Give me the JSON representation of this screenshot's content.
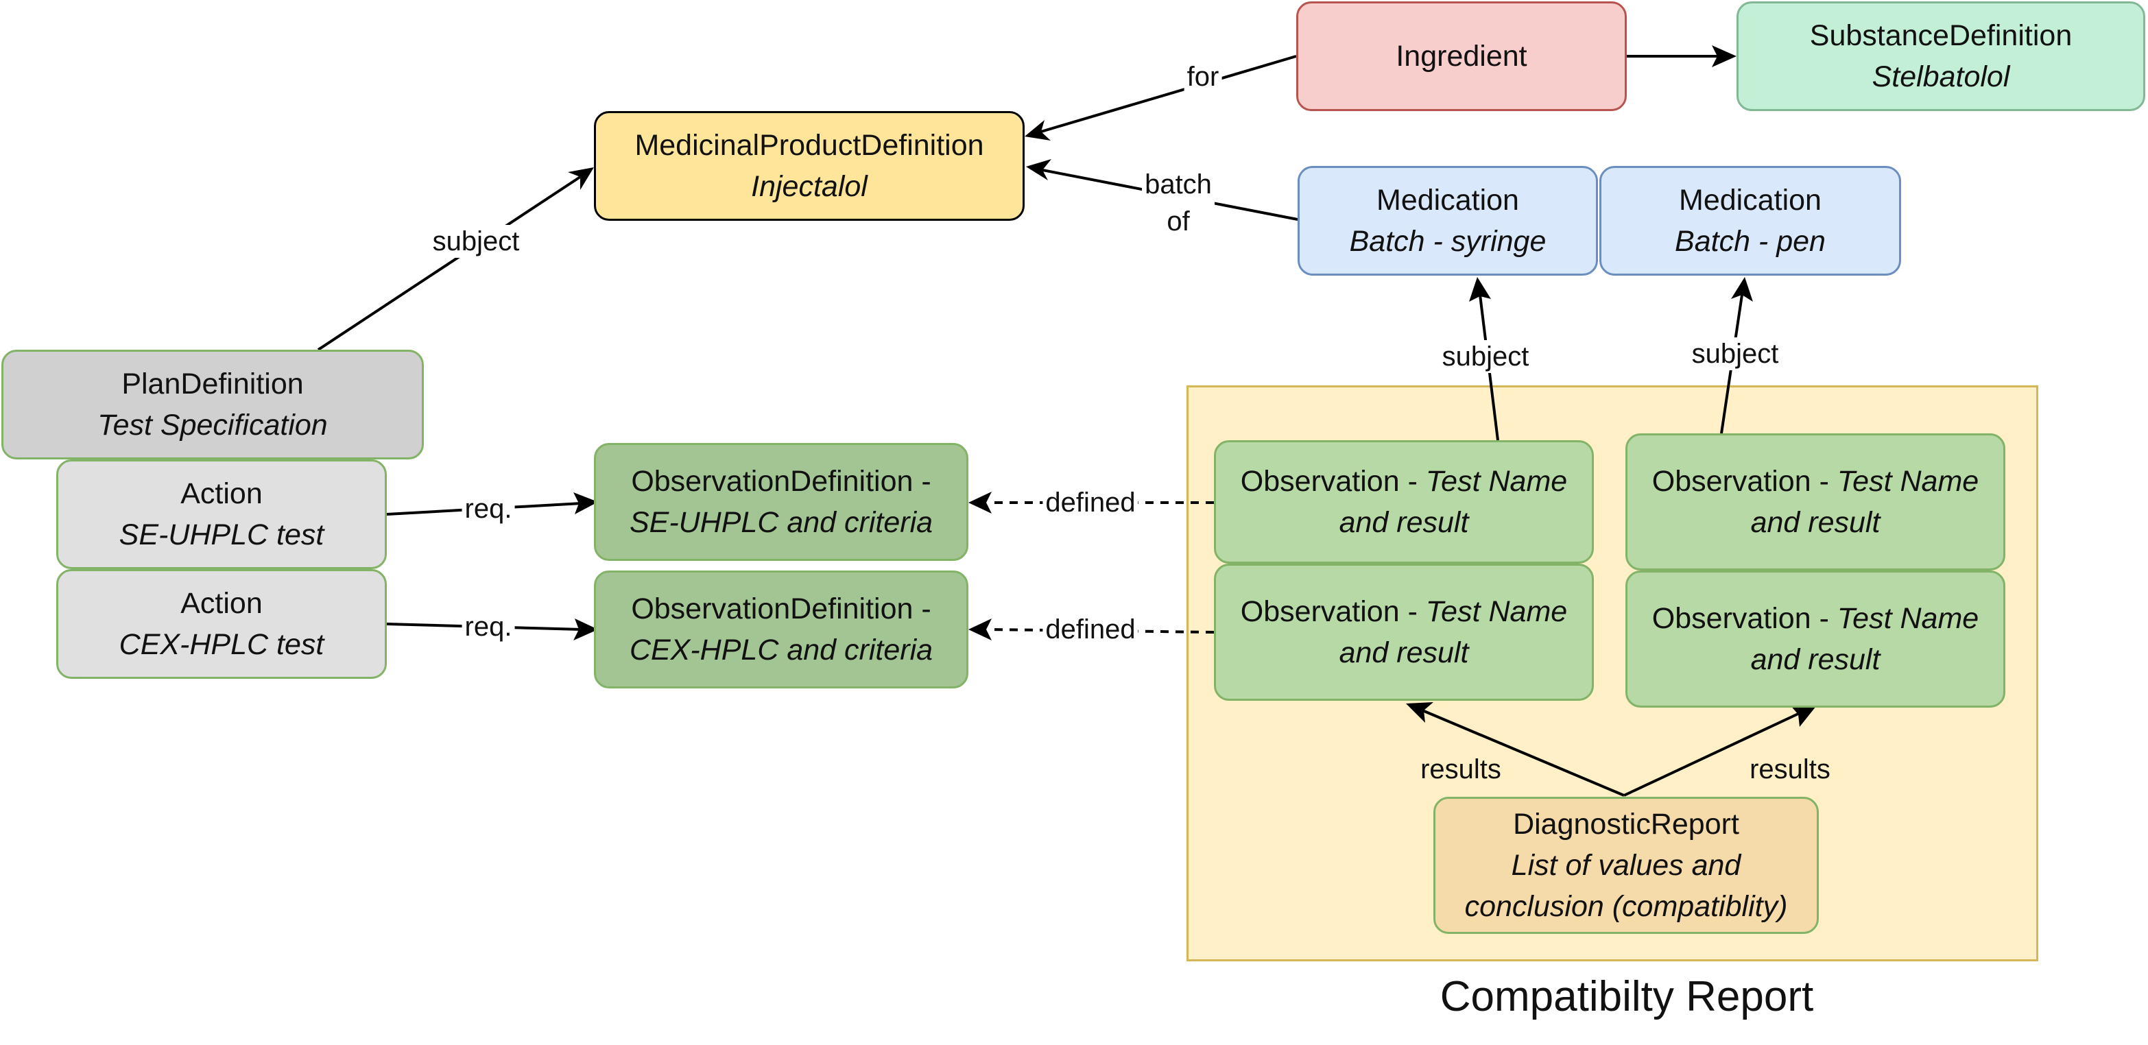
{
  "nodes": {
    "ingredient": {
      "title": "Ingredient"
    },
    "substance_definition": {
      "title": "SubstanceDefinition",
      "subtitle": "Stelbatolol"
    },
    "medicinal_product_definition": {
      "title": "MedicinalProductDefinition",
      "subtitle": "Injectalol"
    },
    "medication_syringe": {
      "title": "Medication",
      "subtitle": "Batch - syringe"
    },
    "medication_pen": {
      "title": "Medication",
      "subtitle": "Batch - pen"
    },
    "plan_definition": {
      "title": "PlanDefinition",
      "subtitle": "Test Specification"
    },
    "action_se_uhplc": {
      "title": "Action",
      "subtitle": "SE-UHPLC test"
    },
    "action_cex_hplc": {
      "title": "Action",
      "subtitle": "CEX-HPLC test"
    },
    "observation_definition_se_uhplc": {
      "title": "ObservationDefinition -",
      "subtitle": "SE-UHPLC and criteria"
    },
    "observation_definition_cex_hplc": {
      "title": "ObservationDefinition -",
      "subtitle": "CEX-HPLC and criteria"
    },
    "observation_1": {
      "prefix": "Observation - ",
      "italic": "Test Name and result"
    },
    "observation_2": {
      "prefix": "Observation - ",
      "italic": "Test Name and result"
    },
    "observation_3": {
      "prefix": "Observation - ",
      "italic": "Test Name and result"
    },
    "observation_4": {
      "prefix": "Observation - ",
      "italic": "Test Name and result"
    },
    "diagnostic_report": {
      "title": "DiagnosticReport",
      "subtitle": "List of values and conclusion (compatiblity)"
    }
  },
  "container": {
    "title": "Compatibilty Report"
  },
  "edges": {
    "ingredient_for": {
      "label": "for"
    },
    "batch_of": {
      "line1": "batch",
      "line2": "of"
    },
    "plan_subject": {
      "label": "subject"
    },
    "se_req": {
      "label": "req."
    },
    "cex_req": {
      "label": "req."
    },
    "se_defined": {
      "label": "defined"
    },
    "cex_defined": {
      "label": "defined"
    },
    "syringe_subject": {
      "label": "subject"
    },
    "pen_subject": {
      "label": "subject"
    },
    "results_left": {
      "label": "results"
    },
    "results_right": {
      "label": "results"
    }
  },
  "colors": {
    "ingredient": "#f8cecc",
    "substance_definition": "#c2efd6",
    "medicinal_product_definition": "#ffe599",
    "medication": "#dae8fc",
    "plan_definition": "#d0d0d0",
    "action": "#e0e0e0",
    "observation_definition": "#a3c594",
    "observation": "#b6d9a6",
    "diagnostic_report": "#f6dbaa",
    "report_container": "#fff0c8"
  }
}
